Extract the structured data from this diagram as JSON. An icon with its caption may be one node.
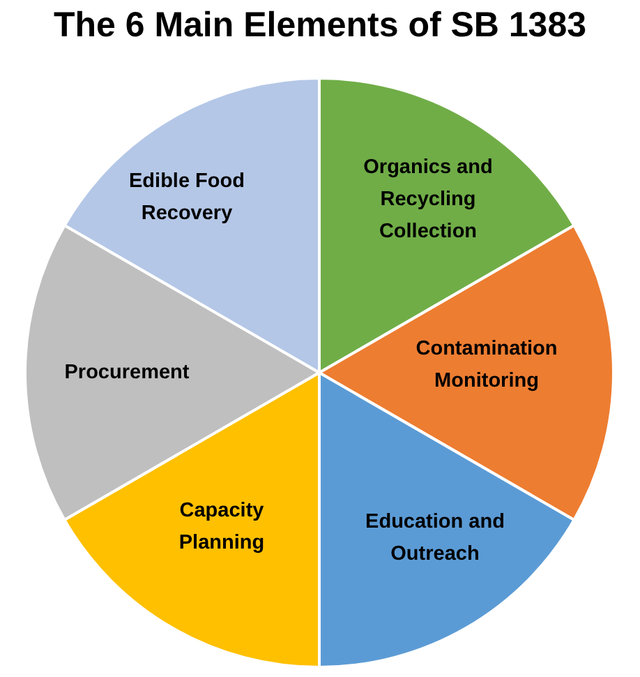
{
  "diagram": {
    "title": "The 6 Main Elements of SB 1383",
    "nodes": [
      {
        "text": [
          "Edible Food Recovery"
        ]
      },
      {
        "text": [
          "Organics and Recycling Collection"
        ]
      },
      {
        "text": [
          "Procurement"
        ]
      },
      {
        "text": [
          "Contamination Monitoring"
        ]
      },
      {
        "text": [
          "Capacity Planning"
        ]
      },
      {
        "text": [
          "Education and Outreach"
        ]
      }
    ],
    "edges": []
  }
}
